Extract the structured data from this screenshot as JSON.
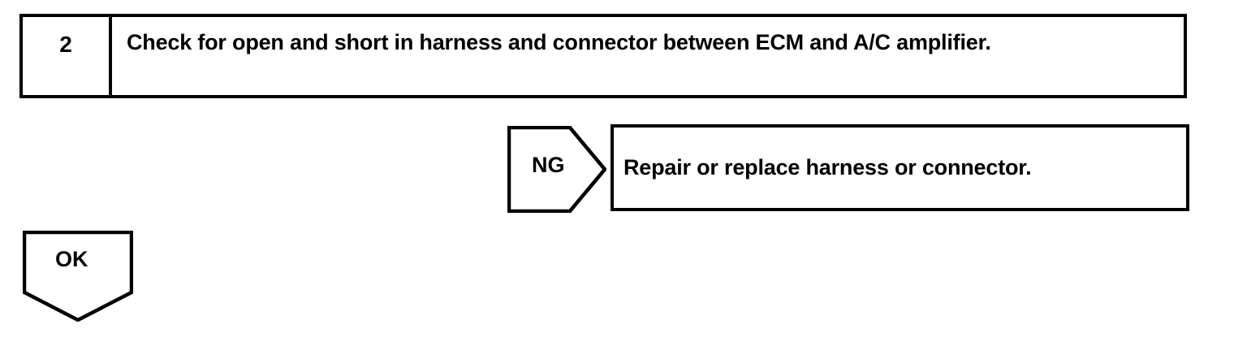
{
  "page": {
    "background_color": "#ffffff",
    "stroke_color": "#000000",
    "text_color": "#000000"
  },
  "step": {
    "number": "2",
    "instruction": "Check for open and short in harness and connector between ECM and A/C amplifier."
  },
  "branches": {
    "ng": {
      "label": "NG",
      "result": "Repair or replace harness or connector."
    },
    "ok": {
      "label": "OK"
    }
  }
}
